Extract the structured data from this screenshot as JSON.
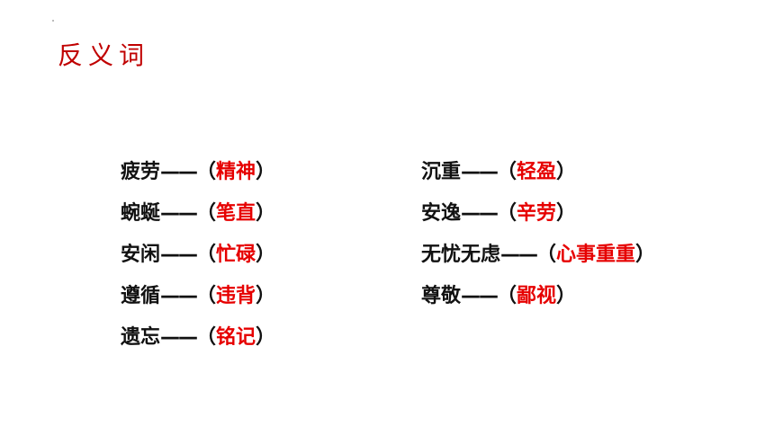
{
  "title": "反义词",
  "left_items": [
    {
      "word": "疲劳",
      "answer": "精神"
    },
    {
      "word": "蜿蜒",
      "answer": "笔直"
    },
    {
      "word": "安闲",
      "answer": "忙碌"
    },
    {
      "word": "遵循",
      "answer": "违背"
    },
    {
      "word": "遗忘",
      "answer": "铭记"
    }
  ],
  "right_items": [
    {
      "word": "沉重",
      "answer": "轻盈"
    },
    {
      "word": "安逸",
      "answer": "辛劳"
    },
    {
      "word": "无忧无虑",
      "answer": "心事重重"
    },
    {
      "word": "尊敬",
      "answer": "鄙视"
    }
  ],
  "dash": "——",
  "paren_open": "（",
  "paren_close": "）",
  "colors": {
    "title": "#c00000",
    "answer": "#e60000",
    "text": "#111111"
  }
}
